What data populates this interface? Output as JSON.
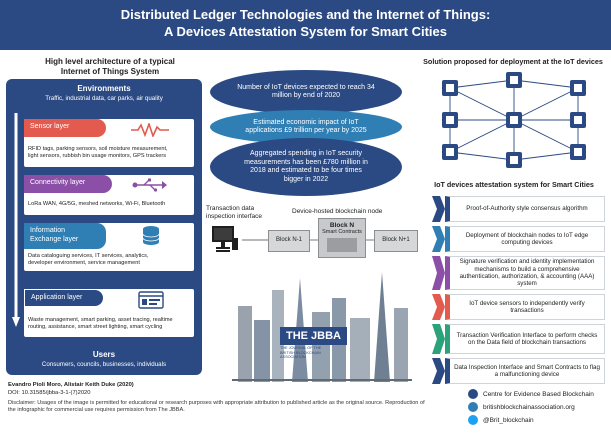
{
  "header": {
    "line1": "Distributed Ledger Technologies and the Internet of Things:",
    "line2": "A Devices Attestation System for Smart Cities"
  },
  "left_panel": {
    "title_line1": "High level architecture of a typical",
    "title_line2": "Internet of Things System",
    "environments": "Environments",
    "environments_sub": "Traffic, industrial data, car parks, air quality",
    "layers": [
      {
        "name": "Sensor layer",
        "desc1": "RFID tags, parking sensors, soil moisture measurement,",
        "desc2": "light sensors, rubbish bin usage monitors, GPS trackers",
        "desc3": "",
        "color": "#e35a4f",
        "icon": "sensor-wave-icon"
      },
      {
        "name": "Connectivity layer",
        "desc1": "LoRa WAN, 4G/5G, meshed networks, Wi-Fi, Bluetooth",
        "desc2": "",
        "desc3": "",
        "color": "#8b4fa8",
        "icon": "usb-icon"
      },
      {
        "name": "Information",
        "name2": "Exchange layer",
        "desc1": "Data cataloguing services, IT services, analytics,",
        "desc2": "developer environment, service management",
        "desc3": "",
        "color": "#2f7fb5",
        "icon": "database-icon"
      },
      {
        "name": "Application layer",
        "desc1": "Waste management, smart parking, asset tracing, realtime",
        "desc2": "routing, assistance, smart street lighting, smart cycling",
        "desc3": "",
        "color": "#2b4a83",
        "icon": "app-window-icon"
      }
    ],
    "users": "Users",
    "users_sub": "Consumers, councils, businesses, individuals"
  },
  "center": {
    "stat1": "Number of IoT devices expected to reach 34 million by end of 2020",
    "stat2": "Estimated economic impact of IoT applications £9 trillion per year by 2025",
    "stat3": "Aggregated spending in IoT security measurements has been £780 million in 2018 and estimated to be four times bigger in 2022",
    "tx_label1": "Transaction data",
    "tx_label2": "inspection interface",
    "node_label": "Device-hosted blockchain node",
    "block_prev": "Block N-1",
    "block_n": "Block N",
    "block_n_sub": "Smart Contracts",
    "block_next": "Block N+1",
    "jbba_text": "THE JBBA",
    "jbba_sub": "THE JOURNAL OF THE BRITISH BLOCKCHAIN ASSOCIATION"
  },
  "right_panel": {
    "solution_title": "Solution proposed for deployment at the IoT devices",
    "attestation_title": "IoT devices attestation system for Smart Cities",
    "items": [
      {
        "text": "Proof-of-Authority style consensus algorithm",
        "color": "#2b4a83"
      },
      {
        "text": "Deployment of blockchain nodes to IoT edge computing devices",
        "color": "#2f7fb5"
      },
      {
        "text": "Signature verification and identity implementation mechanisms to build a comprehensive authentication, authorization, & accounting (AAA) system",
        "color": "#8b4fa8"
      },
      {
        "text": "IoT device sensors to independently verify transactions",
        "color": "#e35a4f"
      },
      {
        "text": "Transaction Verification Interface to perform checks on the Data field of blockchain transactions",
        "color": "#2aa37a"
      },
      {
        "text": "Data Inspection Interface and Smart Contracts to flag a malfunctioning device",
        "color": "#2b4a83"
      }
    ]
  },
  "footer": {
    "authors": "Evandro Pioli Moro, Alistair Keith Duke (2020)",
    "doi": "DOI: 10.31585/jbba-3-1-(7)2020",
    "disclaimer": "Disclaimer: Usages of the image is permitted for educational or research purposes with appropriate attribution to published article as the original source. Reproduction of the infographic for commercial use requires permission from The JBBA.",
    "contact1": "Centre for Evidence Based Blockchain",
    "contact2": "britishblockchainassociation.org",
    "contact3": "@Brit_blockchain"
  }
}
